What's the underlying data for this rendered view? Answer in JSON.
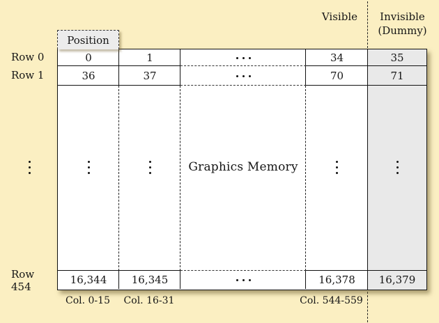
{
  "diagram": {
    "top_labels": {
      "visible": "Visible",
      "invisible_line1": "Invisible",
      "invisible_line2": "(Dummy)"
    },
    "position_tab": "Position",
    "center_label": "Graphics Memory",
    "row_labels": {
      "row0": "Row 0",
      "row1": "Row 1",
      "row454": "Row 454"
    },
    "col_labels": {
      "col0": "Col. 0-15",
      "col1": "Col. 16-31",
      "col34": "Col. 544-559"
    },
    "cells": {
      "row0": [
        "0",
        "1",
        "34",
        "35"
      ],
      "row1": [
        "36",
        "37",
        "70",
        "71"
      ],
      "row454": [
        "16,344",
        "16,345",
        "16,378",
        "16,379"
      ]
    },
    "colors": {
      "background": "#FBEFC2",
      "cell_background": "#FFFFFF",
      "dummy_column_background": "#E9E9E9",
      "position_tab_background": "#ECECEC",
      "line": "#111111"
    }
  }
}
